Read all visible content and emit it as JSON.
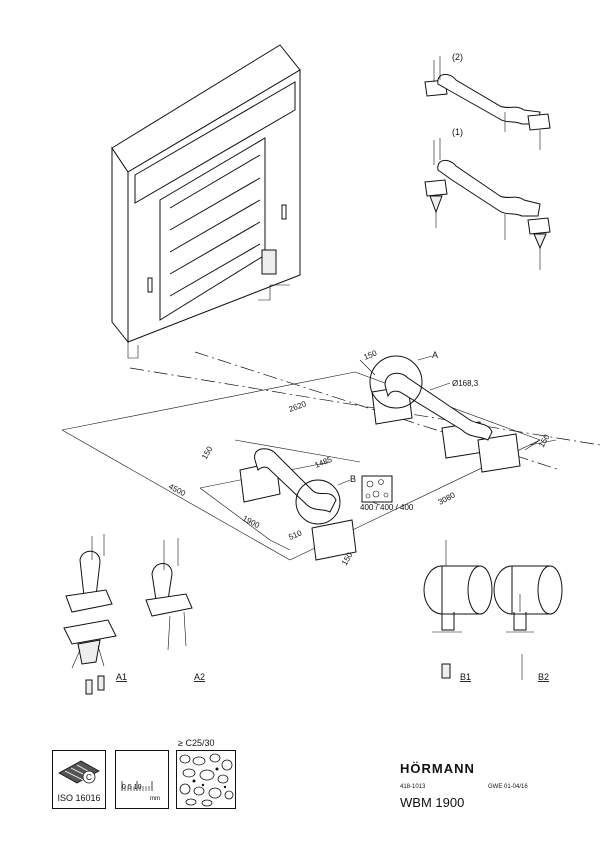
{
  "title_block": {
    "brand": "HÖRMANN",
    "doc_number": "418-1013",
    "doc_version": "GWE  01-04/16",
    "model": "WBM 1900"
  },
  "symbols": {
    "iso_label": "ISO 16016",
    "scale_numbers": "0  5 10",
    "scale_unit": "mm",
    "concrete_grade": "≥ C25/30"
  },
  "dimensions": {
    "d2620": "2620",
    "d4500": "4500",
    "d1900": "1900",
    "d1485": "1485",
    "d3080": "3080",
    "d150_a": "150",
    "d150_b": "150",
    "d150_c": "150",
    "d150_d": "150",
    "d510": "510",
    "pipe_diameter": "Ø168,3",
    "foundation_size": "400 / 400 / 400"
  },
  "callouts": {
    "detail_a": "A",
    "detail_b": "B",
    "variant_1": "(1)",
    "variant_2": "(2)",
    "a1": "A1",
    "a2": "A2",
    "b1": "B1",
    "b2": "B2"
  }
}
